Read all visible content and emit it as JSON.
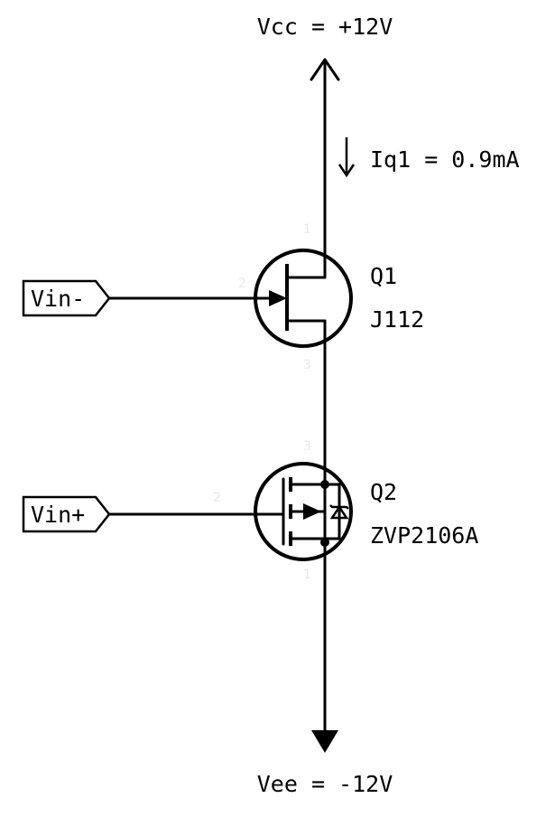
{
  "rails": {
    "vcc_label": "Vcc = +12V",
    "vee_label": "Vee = -12V"
  },
  "current": {
    "label": "Iq1 = 0.9mA",
    "arrow_glyph": "down-arrow-icon"
  },
  "ports": {
    "vin_minus": "Vin-",
    "vin_plus": "Vin+"
  },
  "q1": {
    "ref": "Q1",
    "part": "J112",
    "type": "n-channel-jfet-icon"
  },
  "q2": {
    "ref": "Q2",
    "part": "ZVP2106A",
    "type": "p-channel-mosfet-icon"
  },
  "pin_numbers": {
    "q1_gate": "2",
    "q1_drain": "1",
    "q1_source": "3",
    "q2_gate": "2",
    "q2_drain": "3",
    "q2_source": "1"
  },
  "colors": {
    "ink": "#000000",
    "background": "#ffffff",
    "faint_pin_text": "#e8e8e8"
  }
}
